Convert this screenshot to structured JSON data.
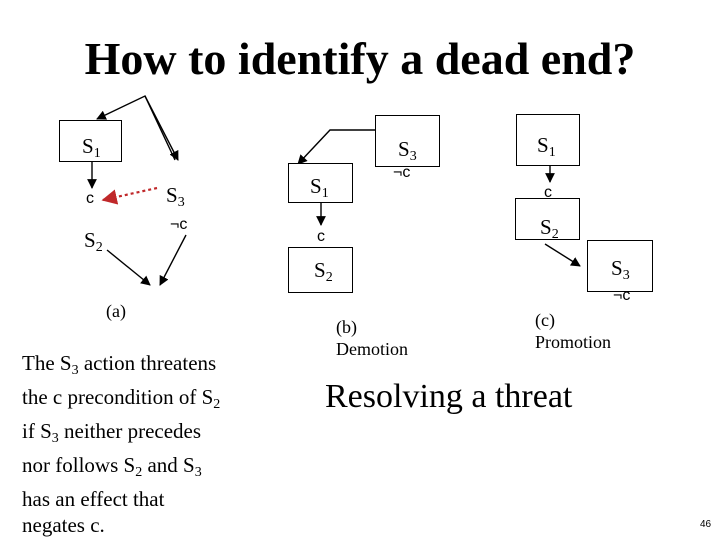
{
  "title": "How to identify a dead end?",
  "diagram_a": {
    "s1_base": "S",
    "s1_sub": "1",
    "c_label": "c",
    "s2_base": "S",
    "s2_sub": "2",
    "s3_base": "S",
    "s3_sub": "3",
    "neg_c_label": "¬c",
    "caption": "(a)",
    "threat_link_color": "#c0282a"
  },
  "explanation": {
    "line1_pre": "The S",
    "line1_sub": "3",
    "line1_post": " action threatens",
    "line2_pre": "the c precondition of S",
    "line2_sub": "2",
    "line3_pre": "if S",
    "line3_sub": "3",
    "line3_post": " neither precedes",
    "line4_pre": "nor follows S",
    "line4_sub": "2",
    "line4_mid": " and S",
    "line4_sub2": "3",
    "line5": "has an effect that",
    "line6": "negates c."
  },
  "diagram_b": {
    "s3_base": "S",
    "s3_sub": "3",
    "neg_c_label": "¬c",
    "s1_base": "S",
    "s1_sub": "1",
    "c_label": "c",
    "s2_base": "S",
    "s2_sub": "2",
    "caption_line1": "(b)",
    "caption_line2": "Demotion"
  },
  "diagram_c": {
    "s1_base": "S",
    "s1_sub": "1",
    "c_label": "c",
    "s2_base": "S",
    "s2_sub": "2",
    "s3_base": "S",
    "s3_sub": "3",
    "neg_c_label": "¬c",
    "caption_line1": "(c)",
    "caption_line2": "Promotion"
  },
  "subtitle": "Resolving a threat",
  "page_number": "46"
}
